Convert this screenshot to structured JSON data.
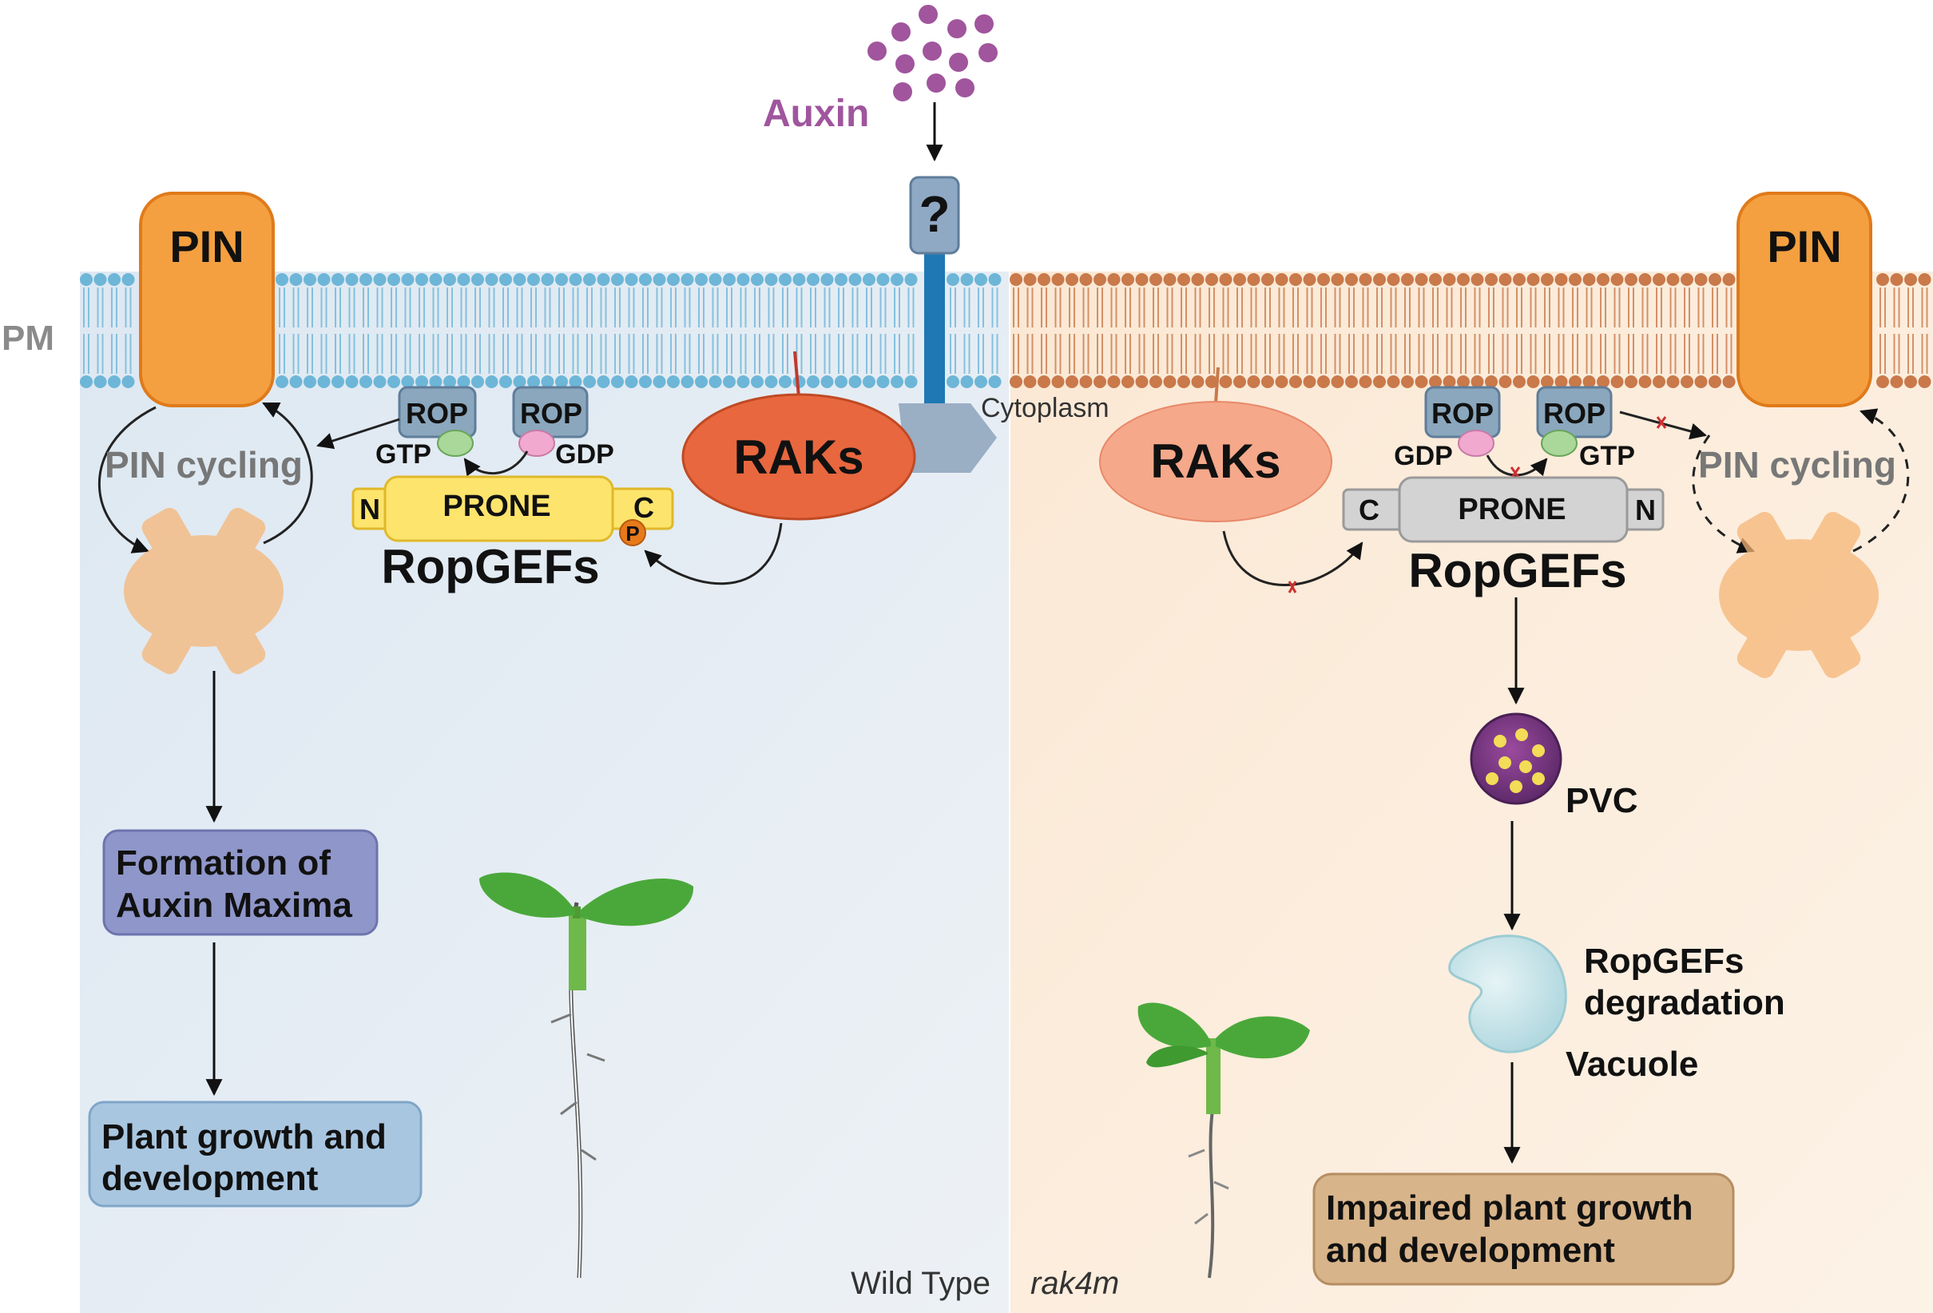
{
  "labels": {
    "auxin": "Auxin",
    "pm": "PM",
    "cytoplasm": "Cytoplasm",
    "receptor_question": "?",
    "wild_type": "Wild Type",
    "mutant": "rak4m"
  },
  "wild_type": {
    "pin": "PIN",
    "pin_cycling": "PIN cycling",
    "rop_active": "ROP",
    "rop_inactive": "ROP",
    "gtp": "GTP",
    "gdp": "GDP",
    "prone": "PRONE",
    "n_term": "N",
    "c_term": "C",
    "phospho": "P",
    "ropgefs": "RopGEFs",
    "raks": "RAKs",
    "box_auxin_maxima": [
      "Formation of",
      "Auxin Maxima"
    ],
    "box_growth": [
      "Plant growth and",
      "development"
    ]
  },
  "mutant_side": {
    "pin": "PIN",
    "pin_cycling": "PIN cycling",
    "rop_inactive": "ROP",
    "rop_active": "ROP",
    "gdp": "GDP",
    "gtp": "GTP",
    "prone": "PRONE",
    "c_term": "C",
    "n_term": "N",
    "ropgefs": "RopGEFs",
    "raks": "RAKs",
    "pvc": "PVC",
    "degradation": [
      "RopGEFs",
      "degradation"
    ],
    "vacuole": "Vacuole",
    "box_impaired": [
      "Impaired plant growth",
      "and development"
    ]
  },
  "colors": {
    "wt_bg": "#e4ecf3",
    "mut_bg": "#fbeedd",
    "membrane_blue": "#6db6d8",
    "membrane_orange": "#c9794a",
    "pin_orange": "#f4a040",
    "raks_wt": "#e8673e",
    "raks_mut": "#f5a88a",
    "prone_yellow": "#fde46c",
    "prone_gray": "#d3d3d3",
    "rop_blue": "#8aa7bd",
    "auxin_purple": "#a0559d",
    "receptor_blue": "#1f78b4",
    "box_purple": "#8f96c9",
    "box_lightblue": "#a9c6e0",
    "box_tan": "#d8b48a"
  }
}
